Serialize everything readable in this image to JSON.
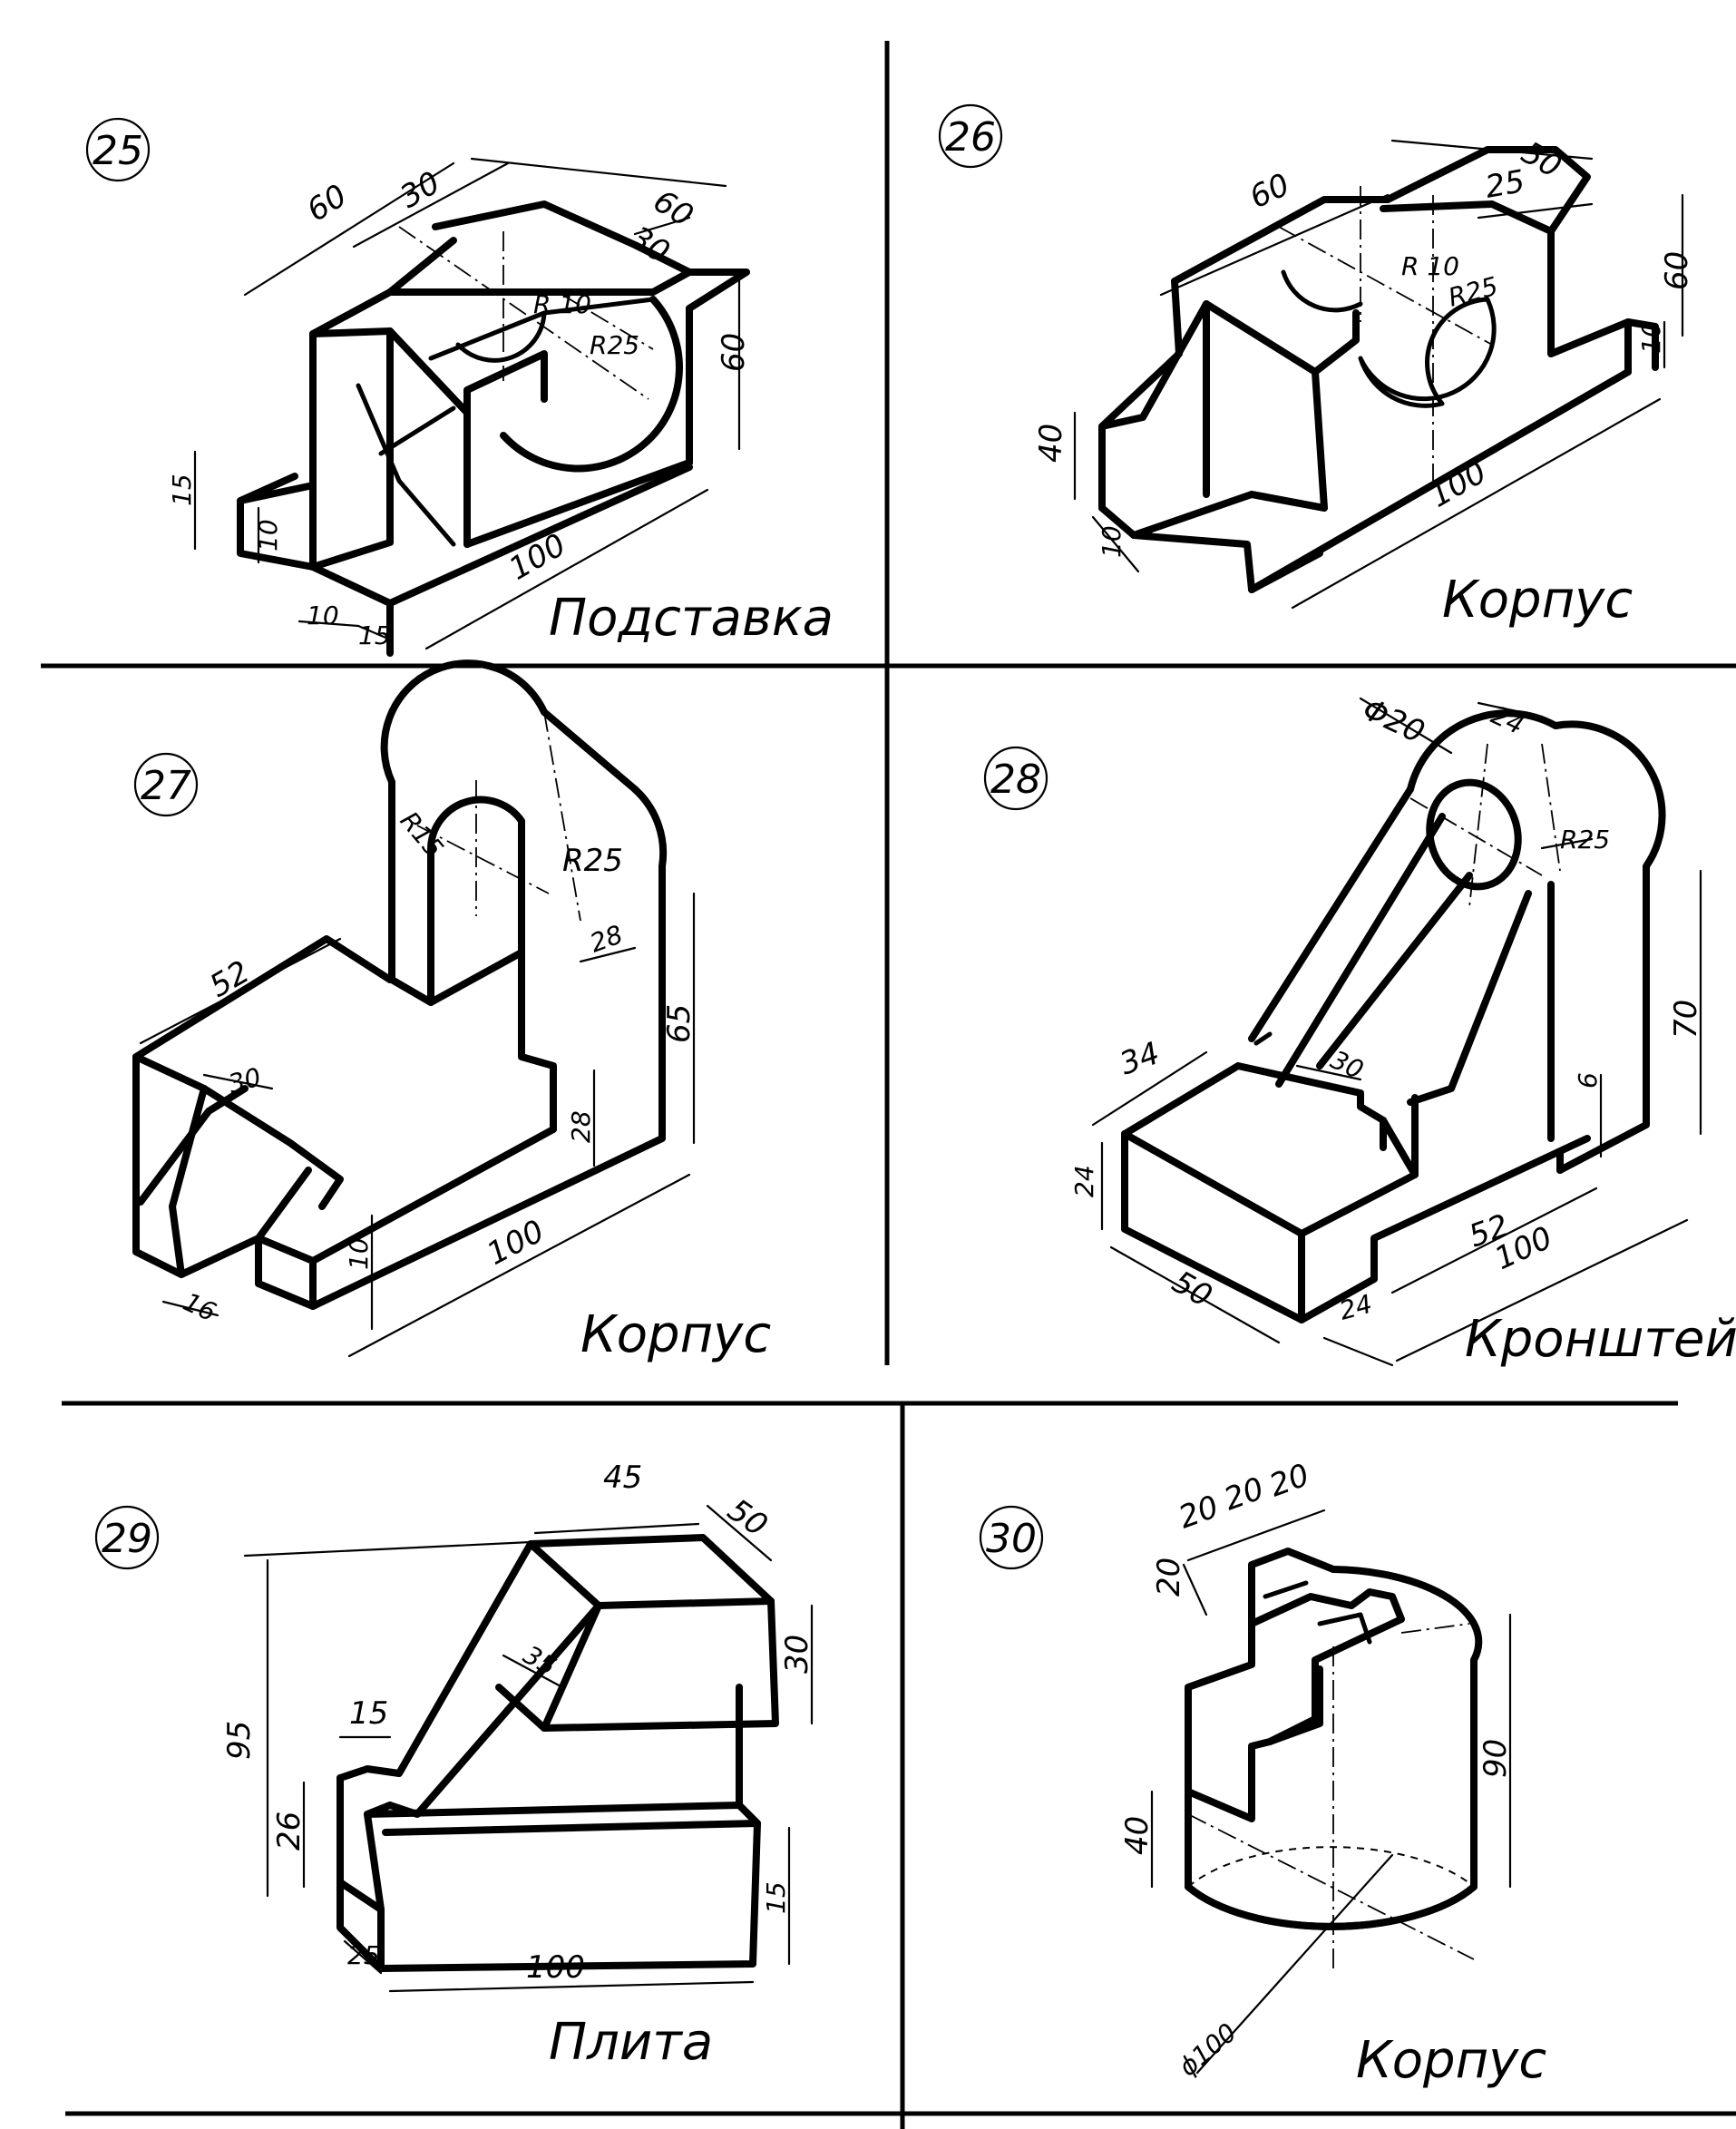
{
  "panels": [
    {
      "number": "25",
      "title": "Подставка",
      "dims": [
        "60",
        "30",
        "60",
        "30",
        "60",
        "R 10",
        "R25",
        "15",
        "10",
        "10",
        "15",
        "100"
      ]
    },
    {
      "number": "26",
      "title": "Корпус",
      "dims": [
        "60",
        "50",
        "25",
        "60",
        "R 10",
        "R25",
        "10",
        "40",
        "10",
        "100"
      ]
    },
    {
      "number": "27",
      "title": "Корпус",
      "dims": [
        "R15",
        "R25",
        "28",
        "52",
        "65",
        "30",
        "28",
        "10",
        "16",
        "100"
      ]
    },
    {
      "number": "28",
      "title": "Кронштейн",
      "dims": [
        "Φ20",
        "24",
        "R25",
        "70",
        "34",
        "30",
        "6",
        "24",
        "52",
        "100",
        "50",
        "24"
      ]
    },
    {
      "number": "29",
      "title": "Плита",
      "dims": [
        "45",
        "50",
        "95",
        "35",
        "30",
        "15",
        "26",
        "15",
        "25",
        "100"
      ]
    },
    {
      "number": "30",
      "title": "Корпус",
      "dims": [
        "20",
        "20",
        "20",
        "20",
        "90",
        "40",
        "ϕ100"
      ]
    }
  ]
}
